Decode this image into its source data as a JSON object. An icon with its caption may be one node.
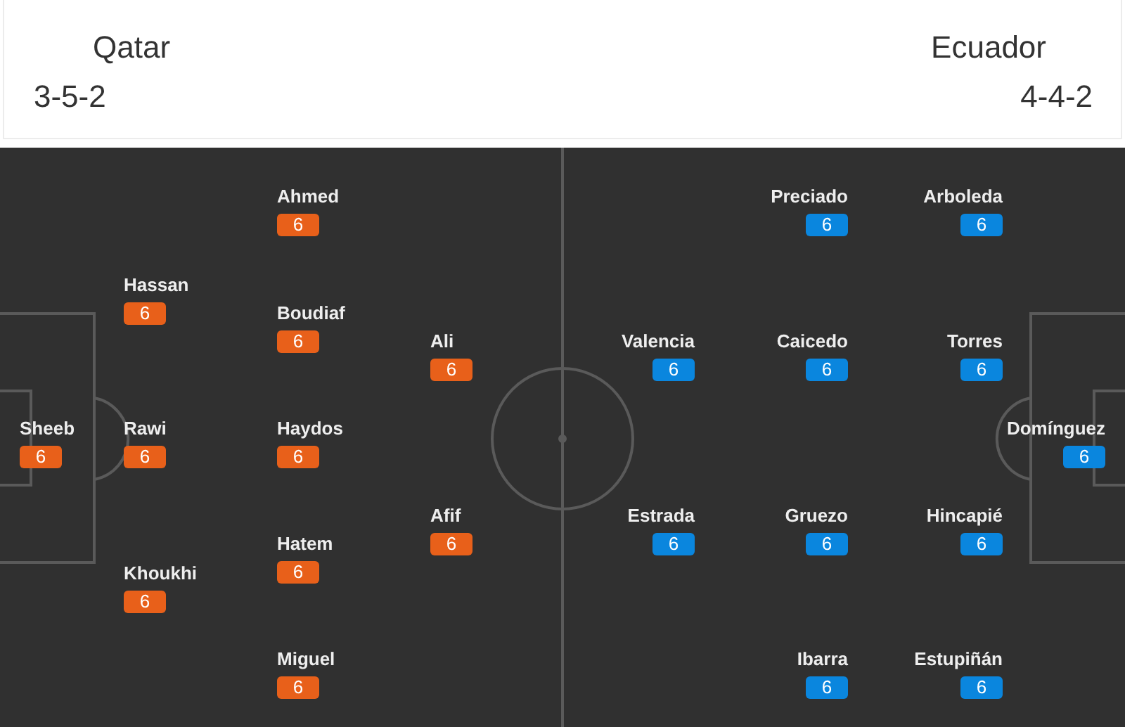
{
  "diagram": {
    "nodes": [
      {
        "text": [
          "Ahmed",
          "6"
        ]
      },
      {
        "text": [
          "Preciado",
          "6"
        ]
      },
      {
        "text": [
          "Arboleda",
          "6"
        ]
      },
      {
        "text": [
          "Hassan",
          "6"
        ]
      },
      {
        "text": [
          "Boudiaf",
          "6"
        ]
      },
      {
        "text": [
          "Ali",
          "6"
        ]
      },
      {
        "text": [
          "Valencia",
          "6"
        ]
      },
      {
        "text": [
          "Caicedo",
          "6"
        ]
      },
      {
        "text": [
          "Torres",
          "6"
        ]
      },
      {
        "text": [
          "Sheeb",
          "6"
        ]
      },
      {
        "text": [
          "Rawi",
          "6"
        ]
      },
      {
        "text": [
          "Haydos",
          "6"
        ]
      },
      {
        "text": [
          "Domínguez",
          "6"
        ]
      },
      {
        "text": [
          "Afif",
          "6"
        ]
      },
      {
        "text": [
          "Estrada",
          "6"
        ]
      },
      {
        "text": [
          "Gruezo",
          "6"
        ]
      },
      {
        "text": [
          "Hincapié",
          "6"
        ]
      },
      {
        "text": [
          "Hatem",
          "6"
        ]
      },
      {
        "text": [
          "Khoukhi",
          "6"
        ]
      },
      {
        "text": [
          "Miguel",
          "6"
        ]
      },
      {
        "text": [
          "Ibarra",
          "6"
        ]
      },
      {
        "text": [
          "Estupiñán",
          "6"
        ]
      }
    ],
    "labels": [
      "Qatar",
      "Ecuador",
      "3-5-2",
      "4-4-2"
    ]
  }
}
